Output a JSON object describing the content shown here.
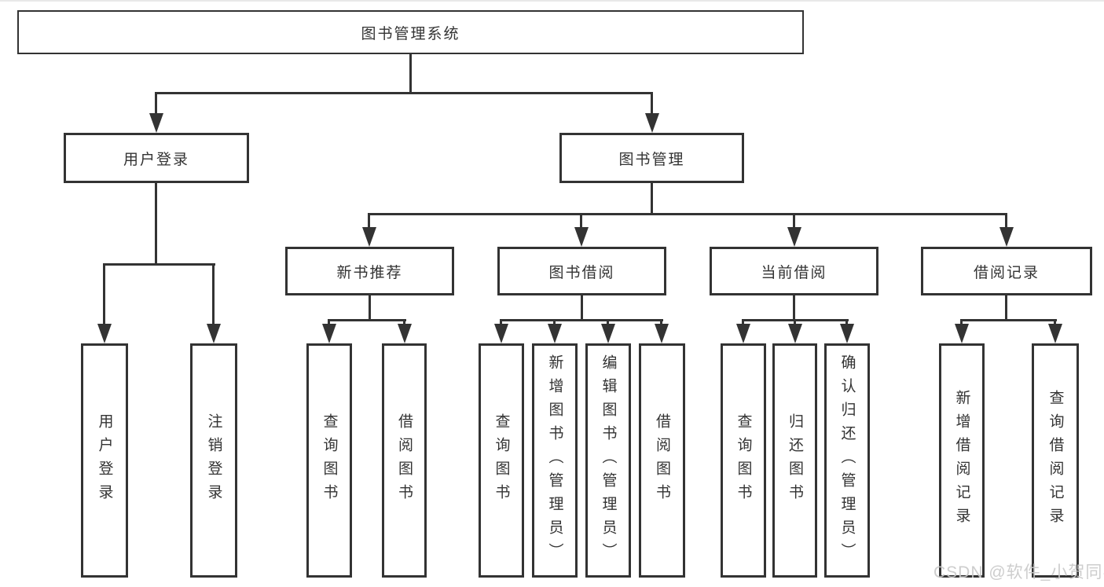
{
  "diagram": {
    "root": {
      "label": "图书管理系统"
    },
    "level2": [
      {
        "label": "用户登录"
      },
      {
        "label": "图书管理"
      }
    ],
    "level3": [
      {
        "label": "新书推荐"
      },
      {
        "label": "图书借阅"
      },
      {
        "label": "当前借阅"
      },
      {
        "label": "借阅记录"
      }
    ],
    "leaves": {
      "user_login": [
        "用户登录",
        "注销登录"
      ],
      "new_book_recommend": [
        "查询图书",
        "借阅图书"
      ],
      "book_borrow": [
        "查询图书",
        "新增图书（管理员）",
        "编辑图书（管理员）",
        "借阅图书"
      ],
      "current_borrow": [
        "查询图书",
        "归还图书",
        "确认归还（管理员）"
      ],
      "borrow_records": [
        "新增借阅记录",
        "查询借阅记录"
      ]
    },
    "watermark": "CSDN @软件_小贺同学",
    "colors": {
      "line": "#333333",
      "text": "#333333",
      "watermark": "#c9c9c9",
      "background": "#ffffff"
    }
  }
}
